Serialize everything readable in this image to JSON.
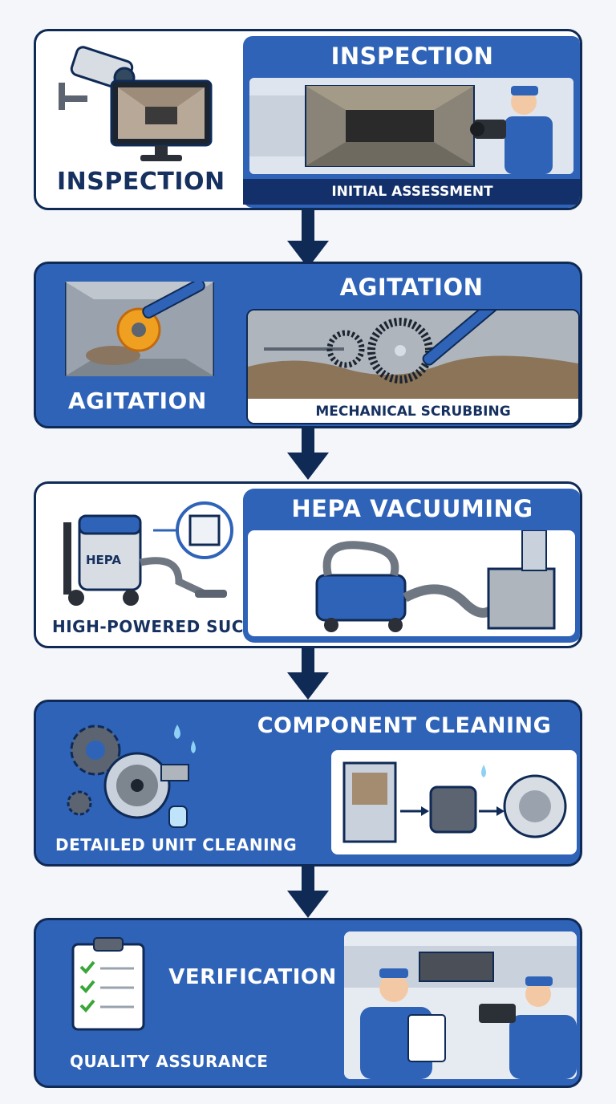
{
  "steps": [
    {
      "side_label": "INSPECTION",
      "title": "INSPECTION",
      "caption": "INITIAL ASSESSMENT"
    },
    {
      "side_label": "AGITATION",
      "title": "AGITATION",
      "caption": "MECHANICAL SCRUBBING"
    },
    {
      "side_label": "HIGH-POWERED SUCTION",
      "title": "HEPA VACUUMING",
      "caption": "",
      "tag": "HEPA"
    },
    {
      "side_label": "DETAILED UNIT CLEANING",
      "title": "COMPONENT CLEANING",
      "caption": ""
    },
    {
      "side_label": "QUALITY ASSURANCE",
      "title": "VERIFICATION",
      "caption": ""
    }
  ],
  "colors": {
    "navy": "#0f2a55",
    "blue": "#2f63b8",
    "orange": "#f0a020",
    "check": "#3aa63a"
  }
}
